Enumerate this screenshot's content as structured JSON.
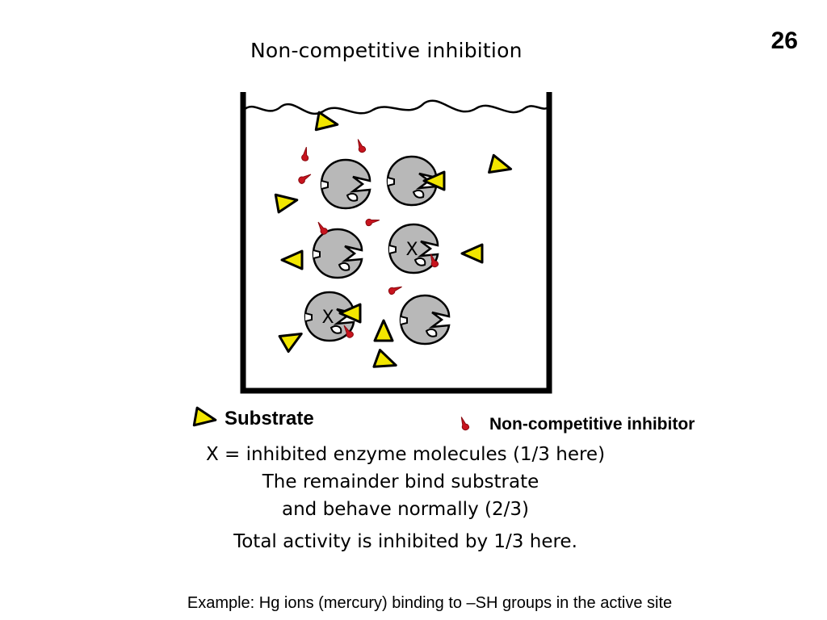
{
  "slide": {
    "number": "26"
  },
  "diagram": {
    "title": "Non-competitive inhibition",
    "enzyme_marker": "X",
    "legend": {
      "substrate_label": "Substrate",
      "inhibitor_label": "Non-competitive inhibitor"
    },
    "colors": {
      "substrate_fill": "#f2e600",
      "enzyme_fill": "#b8b8b8",
      "inhibitor_fill": "#c8141e",
      "outline": "#000000"
    }
  },
  "captions": {
    "line1": "X = inhibited enzyme molecules (1/3 here)",
    "line2": "The remainder bind substrate",
    "line3": "and behave normally (2/3)",
    "line4": "Total activity is inhibited by 1/3 here."
  },
  "example": "Example:  Hg ions (mercury) binding to –SH groups in the active site"
}
